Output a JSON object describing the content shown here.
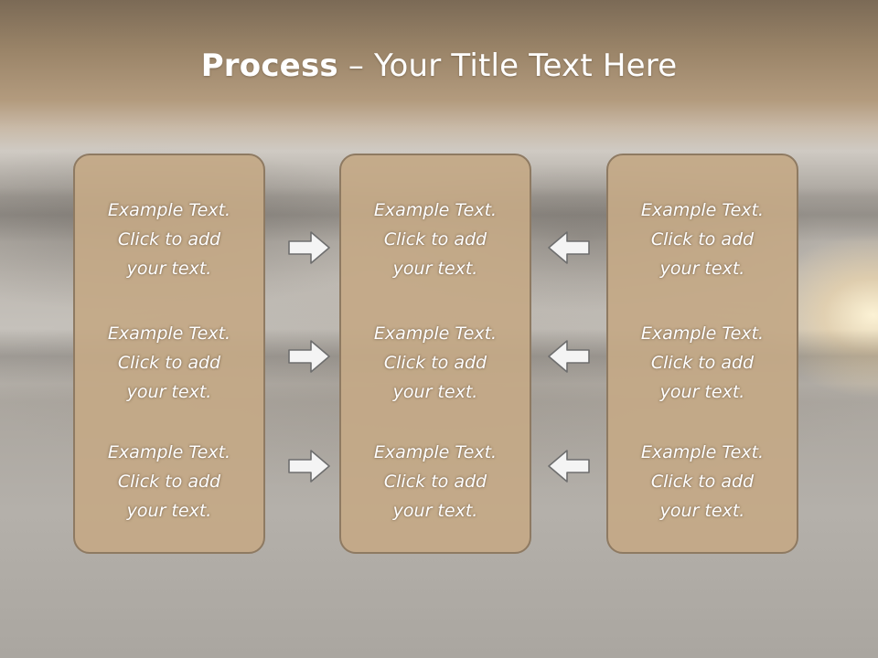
{
  "title": {
    "bold": "Process",
    "rest": " – Your Title Text Here"
  },
  "columns": [
    {
      "items": [
        {
          "l1": "Example Text.",
          "l2": "Click  to add",
          "l3": "your text."
        },
        {
          "l1": "Example Text.",
          "l2": "Click  to add",
          "l3": "your text."
        },
        {
          "l1": "Example Text.",
          "l2": "Click  to add",
          "l3": "your text."
        }
      ]
    },
    {
      "items": [
        {
          "l1": "Example Text.",
          "l2": "Click  to add",
          "l3": "your text."
        },
        {
          "l1": "Example Text.",
          "l2": "Click  to add",
          "l3": "your text."
        },
        {
          "l1": "Example Text.",
          "l2": "Click  to add",
          "l3": "your text."
        }
      ]
    },
    {
      "items": [
        {
          "l1": "Example Text.",
          "l2": "Click  to add",
          "l3": "your text."
        },
        {
          "l1": "Example Text.",
          "l2": "Click  to add",
          "l3": "your text."
        },
        {
          "l1": "Example Text.",
          "l2": "Click  to add",
          "l3": "your text."
        }
      ]
    }
  ],
  "arrows": [
    {
      "icon": "arrow-right-icon"
    },
    {
      "icon": "arrow-right-icon"
    },
    {
      "icon": "arrow-right-icon"
    },
    {
      "icon": "arrow-left-icon"
    },
    {
      "icon": "arrow-left-icon"
    },
    {
      "icon": "arrow-left-icon"
    }
  ],
  "colors": {
    "box_fill": "#c4a987",
    "box_border": "#8e7a62",
    "arrow_fill": "#f4f4f4",
    "arrow_stroke": "#6e6e6e",
    "text": "#ffffff"
  }
}
